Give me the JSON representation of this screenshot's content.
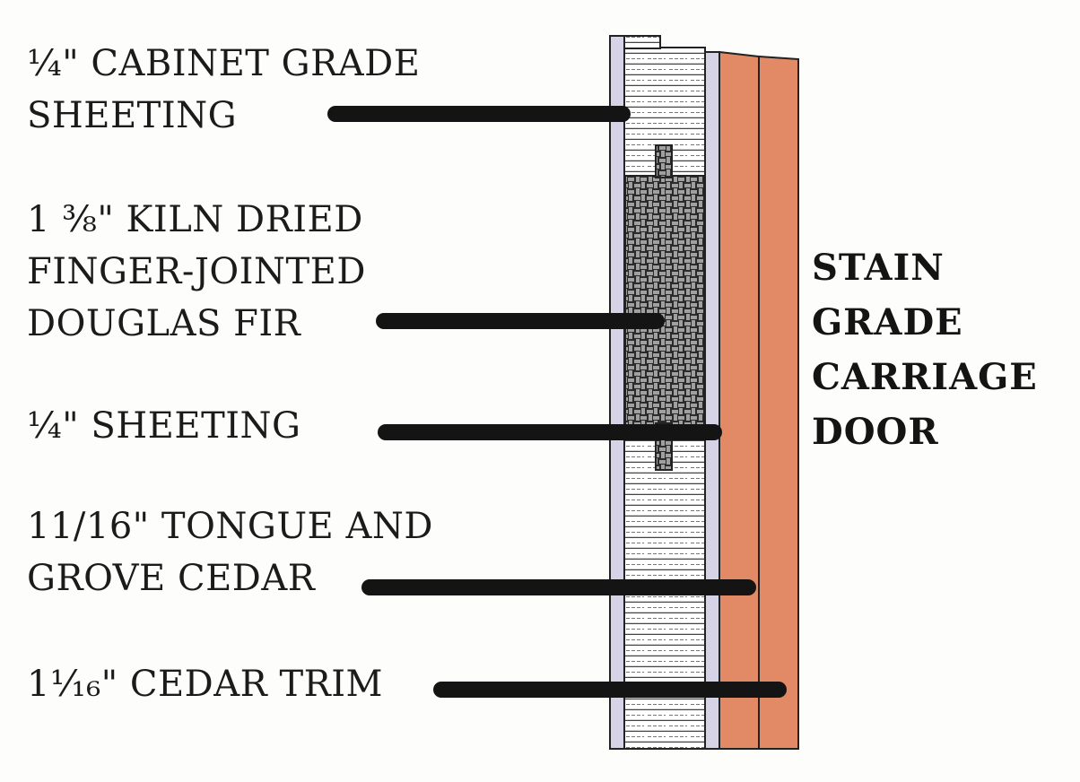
{
  "title": {
    "lines": [
      "STAIN",
      "GRADE",
      "CARRIAGE",
      "DOOR"
    ]
  },
  "labels": [
    {
      "lines": [
        "¼\" CABINET GRADE",
        "SHEETING"
      ]
    },
    {
      "lines": [
        "1 ⅜\" KILN DRIED",
        "FINGER-JOINTED",
        "DOUGLAS FIR"
      ]
    },
    {
      "lines": [
        "¼\" SHEETING"
      ]
    },
    {
      "lines": [
        "11/16\" TONGUE AND",
        "GROVE CEDAR"
      ]
    },
    {
      "lines": [
        "1¹⁄₁₆\" CEDAR  TRIM"
      ]
    }
  ],
  "colors": {
    "sheeting": "#d6d3e6",
    "cedar": "#e28a66",
    "cedar_edge": "#b86446",
    "fir_core": "#2b2b2b",
    "leader": "#141414",
    "outline": "#222222"
  }
}
